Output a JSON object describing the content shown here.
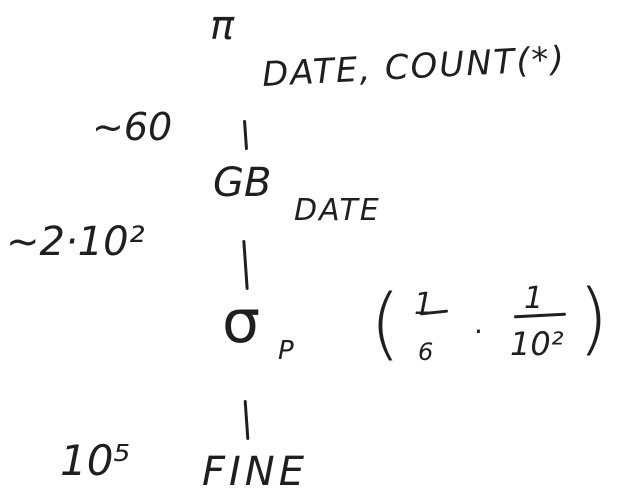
{
  "plan": {
    "projection": {
      "symbol": "π",
      "attributes": "DATE, COUNT(*)",
      "estimate": "~60"
    },
    "group_by": {
      "symbol": "GB",
      "attributes": "DATE",
      "estimate": "~2·10²"
    },
    "selection": {
      "symbol": "σ",
      "predicate": "P",
      "selectivity": {
        "open": "(",
        "f1_num": "1",
        "f1_den": "6",
        "dot": "·",
        "f2_num": "1",
        "f2_den": "10²",
        "close": ")"
      }
    },
    "table": {
      "name": "FINE",
      "estimate": "10⁵"
    }
  },
  "ink_color": "#1f1f1f"
}
